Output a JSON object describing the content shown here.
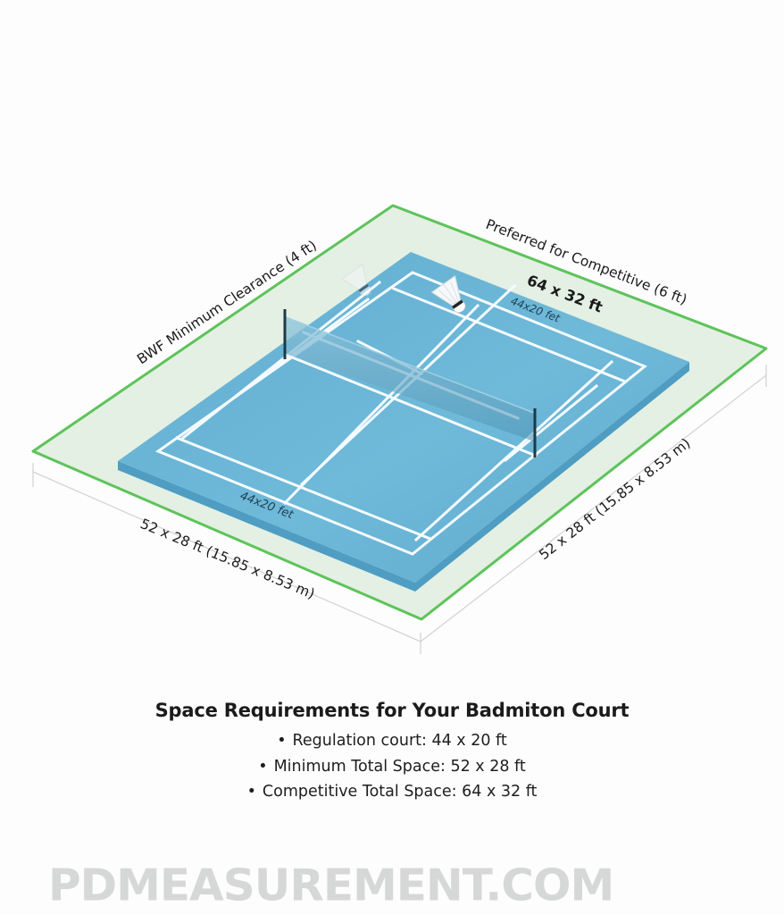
{
  "diagram": {
    "title": "Space Requirements for Your Badmiton Court",
    "bullets": [
      "Regulation court: 44 x 20 ft",
      "Minimum Total Space: 52 x 28 ft",
      "Competitive Total Space: 64 x 32 ft"
    ],
    "labels": {
      "bwf_clearance": "BWF Minimum Clearance (4 ft)",
      "competitive_clearance": "Preferred for Competitive (6 ft)",
      "competitive_total": "64 x 32 ft",
      "court_size_top": "44x20 fet",
      "court_size_bottom": "44x20 fet",
      "dimension_left": "52 x 28 ft (15.85 x 8.53 m)",
      "dimension_right": "52 x 28 ft (15.85 x 8.53 m)"
    },
    "watermark": "PDMEASUREMENT.COM",
    "colors": {
      "court": "#6bb6d6",
      "court_edge": "#4e9cc0",
      "court_lines": "#ffffff",
      "clearance_fill": "#e4f1e4",
      "clearance_outline": "#5dc35a",
      "dimension_line": "#d2d2d2",
      "net": "#5a9ab8",
      "post": "#1e3a44",
      "watermark": "#d6d7d7"
    },
    "icons": [
      "shuttlecock-icon",
      "shuttlecock-icon",
      "net-post-icon"
    ]
  }
}
